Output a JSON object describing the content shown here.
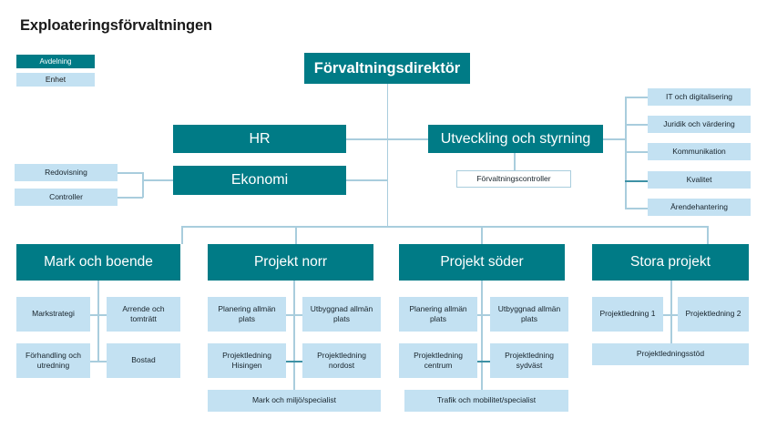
{
  "page": {
    "title": "Exploateringsförvaltningen",
    "colors": {
      "department": "#007b86",
      "unit": "#c3e1f2",
      "connector": "#a9cddd",
      "background": "#ffffff",
      "text_dark": "#17232b",
      "text_light": "#ffffff"
    }
  },
  "legend": {
    "department_label": "Avdelning",
    "unit_label": "Enhet"
  },
  "org": {
    "director": "Förvaltningsdirektör",
    "hr": "HR",
    "ekonomi": "Ekonomi",
    "ekonomi_units": [
      "Redovisning",
      "Controller"
    ],
    "utveckling": "Utveckling och styrning",
    "utveckling_controller": "Förvaltningscontroller",
    "utveckling_units": [
      "IT och digitalisering",
      "Juridik och värdering",
      "Kommunikation",
      "Kvalitet",
      "Ärendehantering"
    ],
    "departments": [
      {
        "name": "Mark och boende",
        "units_left": [
          "Markstrategi",
          "Förhandling och utredning"
        ],
        "units_right": [
          "Arrende och tomträtt",
          "Bostad"
        ],
        "unit_wide": ""
      },
      {
        "name": "Projekt norr",
        "units_left": [
          "Planering allmän plats",
          "Projektledning Hisingen"
        ],
        "units_right": [
          "Utbyggnad allmän plats",
          "Projektledning nordost"
        ],
        "unit_wide": "Mark och miljö/specialist"
      },
      {
        "name": "Projekt söder",
        "units_left": [
          "Planering allmän plats",
          "Projektledning centrum"
        ],
        "units_right": [
          "Utbyggnad allmän plats",
          "Projektledning sydväst"
        ],
        "unit_wide": "Trafik och mobilitet/specialist"
      },
      {
        "name": "Stora projekt",
        "units_left": [
          "Projektledning 1"
        ],
        "units_right": [
          "Projektledning 2"
        ],
        "unit_wide": "Projektledningsstöd"
      }
    ]
  }
}
